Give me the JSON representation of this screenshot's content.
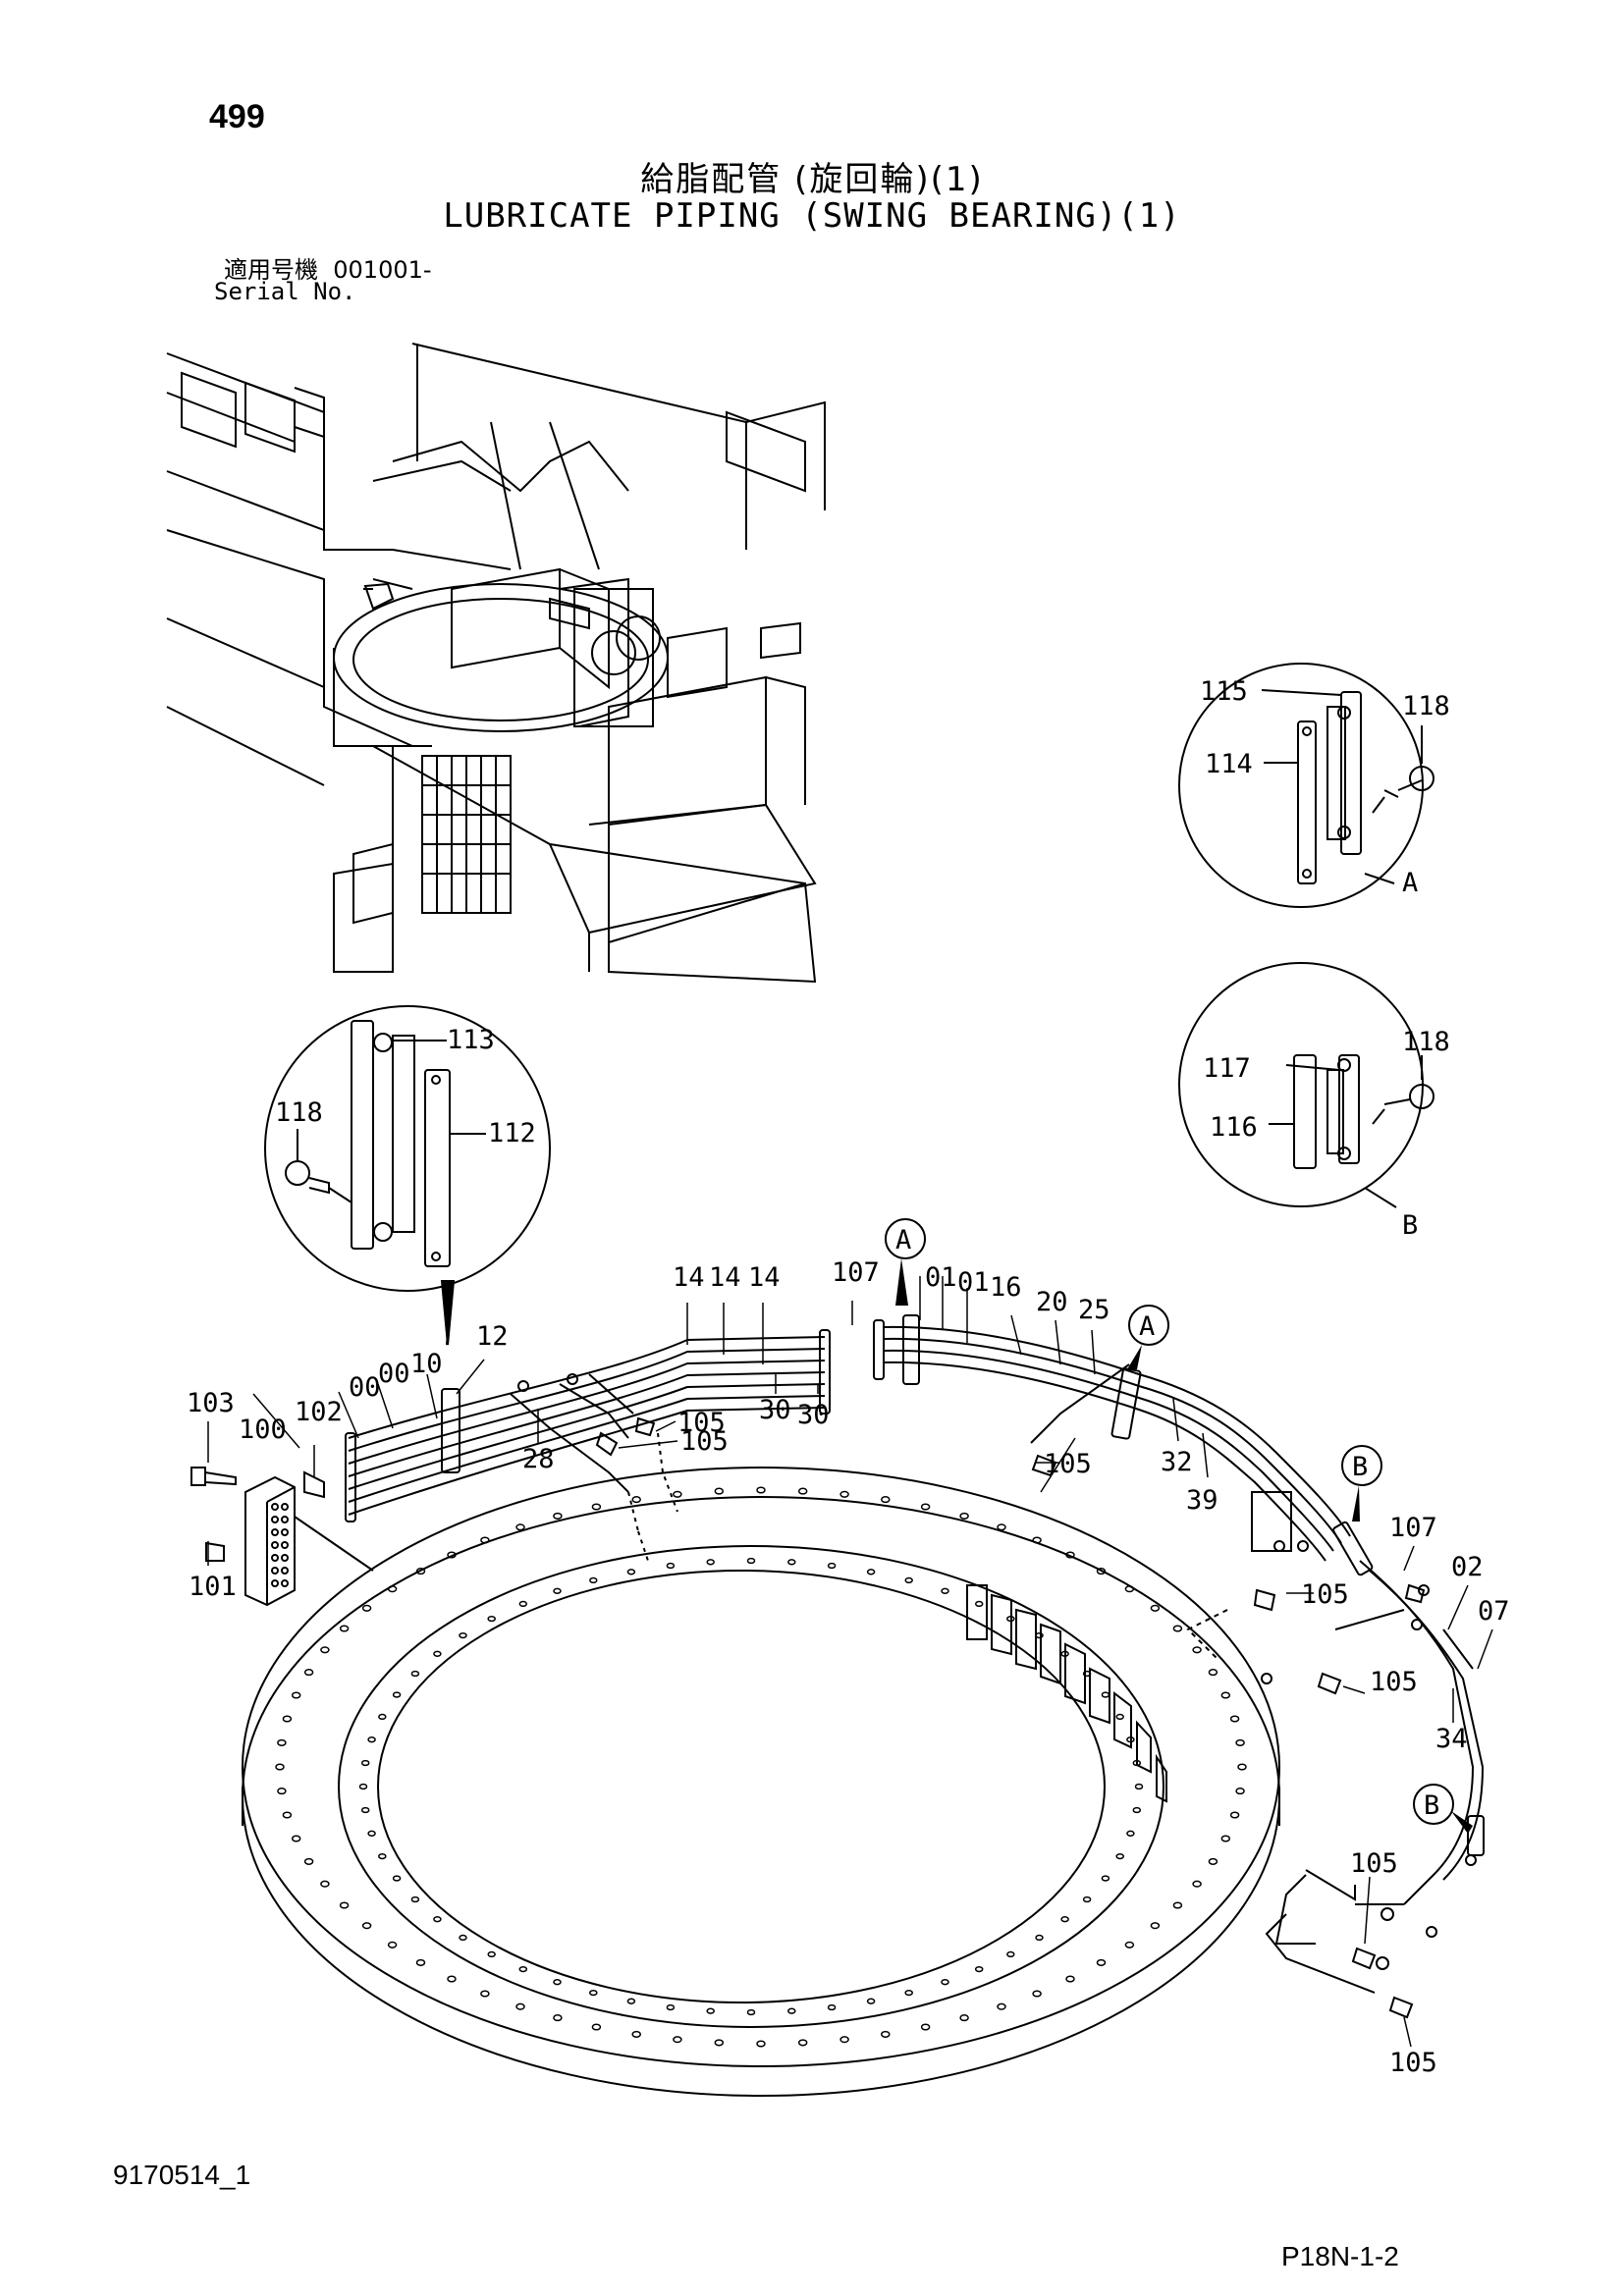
{
  "header": {
    "page_number": "499",
    "title_jp": "給脂配管 (旋回輪)(1)",
    "title_en": "LUBRICATE PIPING (SWING BEARING)(1)",
    "serial_label_jp": "適用号機",
    "serial_value": "001001-",
    "serial_label_en": "Serial No."
  },
  "footer": {
    "document_id": "9170514_1",
    "page_ref": "P18N-1-2"
  },
  "detail_views": {
    "A": {
      "letter": "A",
      "parts": [
        "115",
        "118",
        "114"
      ]
    },
    "B": {
      "letter": "B",
      "parts": [
        "117",
        "118",
        "116"
      ]
    },
    "clamp": {
      "parts": [
        "113",
        "118",
        "112"
      ]
    }
  },
  "callouts": {
    "A1": "A",
    "A2": "A",
    "B1": "B",
    "B2": "B"
  },
  "part_labels": {
    "p103": "103",
    "p100": "100",
    "p102": "102",
    "p101": "101",
    "p00a": "00",
    "p00b": "00",
    "p10": "10",
    "p12": "12",
    "p28": "28",
    "p14a": "14",
    "p14b": "14",
    "p14c": "14",
    "p30a": "30",
    "p30b": "30",
    "p105a": "105",
    "p105b": "105",
    "p107a": "107",
    "p01a": "01",
    "p01b": "01",
    "p16": "16",
    "p20": "20",
    "p25": "25",
    "p105c": "105",
    "p32": "32",
    "p39": "39",
    "p107b": "107",
    "p02": "02",
    "p07": "07",
    "p105d": "105",
    "p105e": "105",
    "p34": "34",
    "p105f": "105",
    "p105g": "105"
  }
}
